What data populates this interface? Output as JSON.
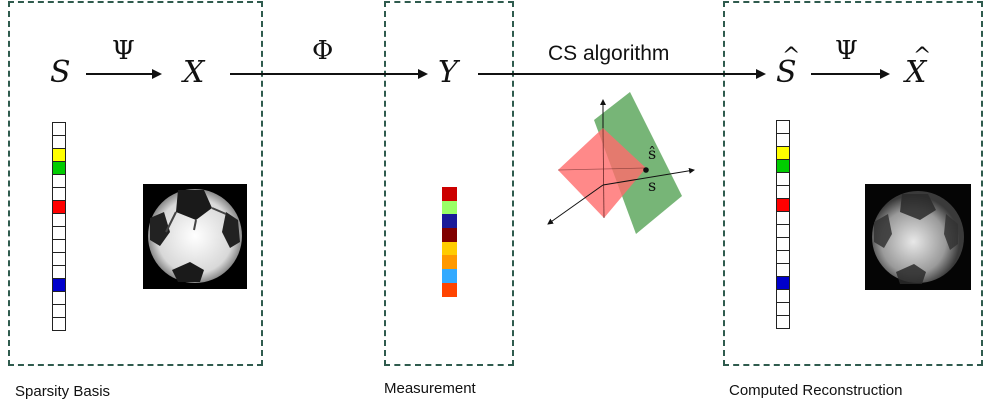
{
  "symbols": {
    "s": "S",
    "x": "X",
    "y": "Y",
    "s_hat": "S",
    "x_hat": "X",
    "psi_1": "Ψ",
    "phi": "Φ",
    "psi_2": "Ψ",
    "hat_mark": "^"
  },
  "cs_label": "CS algorithm",
  "geometry_labels": {
    "s_hat": "ŝ",
    "s": "s"
  },
  "captions": {
    "sparsity": "Sparsity Basis",
    "measurement": "Measurement",
    "reconstruction": "Computed Reconstruction"
  },
  "sparse_vector_colors": [
    "",
    "",
    "#ffff00",
    "#00cc00",
    "",
    "",
    "#ff0000",
    "",
    "",
    "",
    "",
    "",
    "#0000cc",
    "",
    "",
    ""
  ],
  "reconstructed_vector_colors": [
    "",
    "",
    "#ffff00",
    "#00cc00",
    "",
    "",
    "#ff0000",
    "",
    "",
    "",
    "",
    "",
    "#0000cc",
    "",
    "",
    ""
  ],
  "measurement_colors": [
    "#cc0000",
    "#99ff66",
    "#1a1a99",
    "#800000",
    "#ffcc00",
    "#ff9900",
    "#33aaff",
    "#ff4400"
  ],
  "colors": {
    "box_border": "#2f5b4e",
    "plane_red": "#ff6b6b",
    "plane_green": "#5fa85f"
  }
}
